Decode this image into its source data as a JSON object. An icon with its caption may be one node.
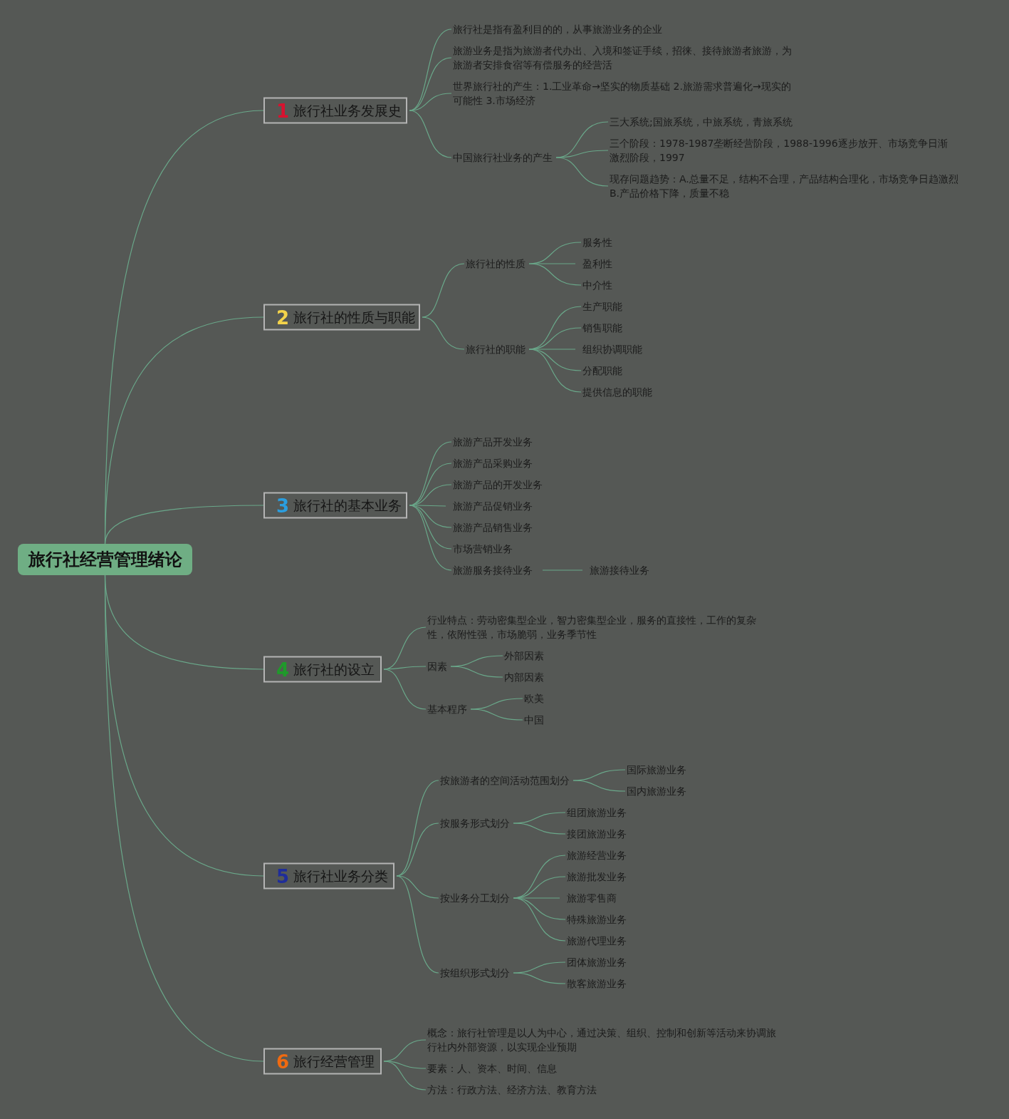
{
  "diagram": {
    "nodes": [
      {
        "text": [
          "旅行社经营管理绪论"
        ]
      },
      {
        "text": [
          "1",
          "旅行社业务发展史"
        ]
      },
      {
        "text": [
          "旅行社是指有盈利目的的，从事旅游业务的企业"
        ]
      },
      {
        "text": [
          "旅游业务是指为旅游者代办出、入境和签证手续，招徕、接待旅游者旅游，为旅游者安排食宿等有偿服务的经营活"
        ]
      },
      {
        "text": [
          "世界旅行社的产生：1.工业革命→坚实的物质基础 2.旅游需求普遍化→现实的可能性 3.市场经济"
        ]
      },
      {
        "text": [
          "中国旅行社业务的产生"
        ]
      },
      {
        "text": [
          "三大系统;国旅系统，中旅系统，青旅系统"
        ]
      },
      {
        "text": [
          "三个阶段：1978-1987垄断经营阶段，1988-1996逐步放开、市场竞争日渐激烈阶段，1997"
        ]
      },
      {
        "text": [
          "现存问题趋势：A.总量不足，结构不合理，产品结构合理化，市场竞争日趋激烈B.产品价格下降，质量不稳"
        ]
      },
      {
        "text": [
          "2",
          "旅行社的性质与职能"
        ]
      },
      {
        "text": [
          "旅行社的性质"
        ]
      },
      {
        "text": [
          "服务性"
        ]
      },
      {
        "text": [
          "盈利性"
        ]
      },
      {
        "text": [
          "中介性"
        ]
      },
      {
        "text": [
          "旅行社的职能"
        ]
      },
      {
        "text": [
          "生产职能"
        ]
      },
      {
        "text": [
          "销售职能"
        ]
      },
      {
        "text": [
          "组织协调职能"
        ]
      },
      {
        "text": [
          "分配职能"
        ]
      },
      {
        "text": [
          "提供信息的职能"
        ]
      },
      {
        "text": [
          "3",
          "旅行社的基本业务"
        ]
      },
      {
        "text": [
          "旅游产品开发业务"
        ]
      },
      {
        "text": [
          "旅游产品采购业务"
        ]
      },
      {
        "text": [
          "旅游产品的开发业务"
        ]
      },
      {
        "text": [
          "旅游产品促销业务"
        ]
      },
      {
        "text": [
          "旅游产品销售业务"
        ]
      },
      {
        "text": [
          "市场营销业务"
        ]
      },
      {
        "text": [
          "旅游服务接待业务"
        ]
      },
      {
        "text": [
          "旅游接待业务"
        ]
      },
      {
        "text": [
          "4",
          "旅行社的设立"
        ]
      },
      {
        "text": [
          "行业特点：劳动密集型企业，智力密集型企业，服务的直接性，工作的复杂性，依附性强，市场脆弱，业务季节性"
        ]
      },
      {
        "text": [
          "因素"
        ]
      },
      {
        "text": [
          "外部因素"
        ]
      },
      {
        "text": [
          "内部因素"
        ]
      },
      {
        "text": [
          "基本程序"
        ]
      },
      {
        "text": [
          "欧美"
        ]
      },
      {
        "text": [
          "中国"
        ]
      },
      {
        "text": [
          "5",
          "旅行社业务分类"
        ]
      },
      {
        "text": [
          "按旅游者的空间活动范围划分"
        ]
      },
      {
        "text": [
          "国际旅游业务"
        ]
      },
      {
        "text": [
          "国内旅游业务"
        ]
      },
      {
        "text": [
          "按服务形式划分"
        ]
      },
      {
        "text": [
          "组团旅游业务"
        ]
      },
      {
        "text": [
          "接团旅游业务"
        ]
      },
      {
        "text": [
          "按业务分工划分"
        ]
      },
      {
        "text": [
          "旅游经营业务"
        ]
      },
      {
        "text": [
          "旅游批发业务"
        ]
      },
      {
        "text": [
          "旅游零售商"
        ]
      },
      {
        "text": [
          "特殊旅游业务"
        ]
      },
      {
        "text": [
          "旅游代理业务"
        ]
      },
      {
        "text": [
          "按组织形式划分"
        ]
      },
      {
        "text": [
          "团体旅游业务"
        ]
      },
      {
        "text": [
          "散客旅游业务"
        ]
      },
      {
        "text": [
          "6",
          "旅行经营管理"
        ]
      },
      {
        "text": [
          "概念：旅行社管理是以人为中心，通过决策、组织、控制和创新等活动来协调旅行社内外部资源，以实现企业预期"
        ]
      },
      {
        "text": [
          "要素：人、资本、时间、信息"
        ]
      },
      {
        "text": [
          "方法：行政方法、经济方法、教育方法"
        ]
      }
    ],
    "edges": [
      {
        "from": 0,
        "to": 1,
        "arrow": "none"
      },
      {
        "from": 1,
        "to": 2,
        "arrow": "none"
      },
      {
        "from": 1,
        "to": 3,
        "arrow": "none"
      },
      {
        "from": 1,
        "to": 4,
        "arrow": "none"
      },
      {
        "from": 1,
        "to": 5,
        "arrow": "none"
      },
      {
        "from": 5,
        "to": 6,
        "arrow": "none"
      },
      {
        "from": 5,
        "to": 7,
        "arrow": "none"
      },
      {
        "from": 5,
        "to": 8,
        "arrow": "none"
      },
      {
        "from": 0,
        "to": 9,
        "arrow": "none"
      },
      {
        "from": 9,
        "to": 10,
        "arrow": "none"
      },
      {
        "from": 10,
        "to": 11,
        "arrow": "none"
      },
      {
        "from": 10,
        "to": 12,
        "arrow": "none"
      },
      {
        "from": 10,
        "to": 13,
        "arrow": "none"
      },
      {
        "from": 9,
        "to": 14,
        "arrow": "none"
      },
      {
        "from": 14,
        "to": 15,
        "arrow": "none"
      },
      {
        "from": 14,
        "to": 16,
        "arrow": "none"
      },
      {
        "from": 14,
        "to": 17,
        "arrow": "none"
      },
      {
        "from": 14,
        "to": 18,
        "arrow": "none"
      },
      {
        "from": 14,
        "to": 19,
        "arrow": "none"
      },
      {
        "from": 0,
        "to": 20,
        "arrow": "none"
      },
      {
        "from": 20,
        "to": 21,
        "arrow": "none"
      },
      {
        "from": 20,
        "to": 22,
        "arrow": "none"
      },
      {
        "from": 20,
        "to": 23,
        "arrow": "none"
      },
      {
        "from": 20,
        "to": 24,
        "arrow": "none"
      },
      {
        "from": 20,
        "to": 25,
        "arrow": "none"
      },
      {
        "from": 20,
        "to": 26,
        "arrow": "none"
      },
      {
        "from": 20,
        "to": 27,
        "arrow": "none"
      },
      {
        "from": 27,
        "to": 28,
        "arrow": "none"
      },
      {
        "from": 0,
        "to": 29,
        "arrow": "none"
      },
      {
        "from": 29,
        "to": 30,
        "arrow": "none"
      },
      {
        "from": 29,
        "to": 31,
        "arrow": "none"
      },
      {
        "from": 31,
        "to": 32,
        "arrow": "none"
      },
      {
        "from": 31,
        "to": 33,
        "arrow": "none"
      },
      {
        "from": 29,
        "to": 34,
        "arrow": "none"
      },
      {
        "from": 34,
        "to": 35,
        "arrow": "none"
      },
      {
        "from": 34,
        "to": 36,
        "arrow": "none"
      },
      {
        "from": 0,
        "to": 37,
        "arrow": "none"
      },
      {
        "from": 37,
        "to": 38,
        "arrow": "none"
      },
      {
        "from": 38,
        "to": 39,
        "arrow": "none"
      },
      {
        "from": 38,
        "to": 40,
        "arrow": "none"
      },
      {
        "from": 37,
        "to": 41,
        "arrow": "none"
      },
      {
        "from": 41,
        "to": 42,
        "arrow": "none"
      },
      {
        "from": 41,
        "to": 43,
        "arrow": "none"
      },
      {
        "from": 37,
        "to": 44,
        "arrow": "none"
      },
      {
        "from": 44,
        "to": 45,
        "arrow": "none"
      },
      {
        "from": 44,
        "to": 46,
        "arrow": "none"
      },
      {
        "from": 44,
        "to": 47,
        "arrow": "none"
      },
      {
        "from": 44,
        "to": 48,
        "arrow": "none"
      },
      {
        "from": 44,
        "to": 49,
        "arrow": "none"
      },
      {
        "from": 37,
        "to": 50,
        "arrow": "none"
      },
      {
        "from": 50,
        "to": 51,
        "arrow": "none"
      },
      {
        "from": 50,
        "to": 52,
        "arrow": "none"
      },
      {
        "from": 0,
        "to": 53,
        "arrow": "none"
      },
      {
        "from": 53,
        "to": 54,
        "arrow": "none"
      },
      {
        "from": 53,
        "to": 55,
        "arrow": "none"
      },
      {
        "from": 53,
        "to": 56,
        "arrow": "none"
      }
    ]
  }
}
